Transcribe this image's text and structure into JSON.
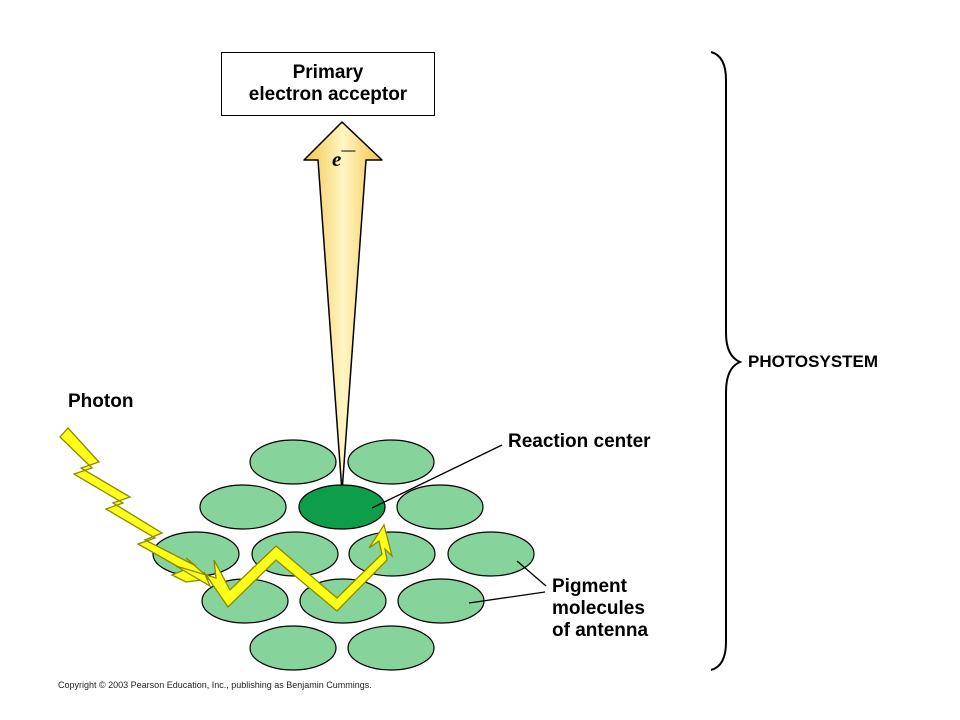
{
  "labels": {
    "acceptor_line1": "Primary",
    "acceptor_line2": "electron acceptor",
    "electron": "e",
    "electron_charge": "—",
    "photon": "Photon",
    "reaction_center": "Reaction center",
    "pigment_line1": "Pigment",
    "pigment_line2": "molecules",
    "pigment_line3": "of antenna",
    "photosystem": "PHOTOSYSTEM"
  },
  "copyright": "Copyright © 2003 Pearson Education, Inc., publishing as Benjamin Cummings.",
  "colors": {
    "pigment": "#86d39c",
    "reaction_center": "#0e9e4a",
    "photon_fill": "#ffff1a",
    "photon_stroke": "#8a8a00",
    "arrow_light": "#fff6c4",
    "arrow_dark": "#f4c44a"
  }
}
